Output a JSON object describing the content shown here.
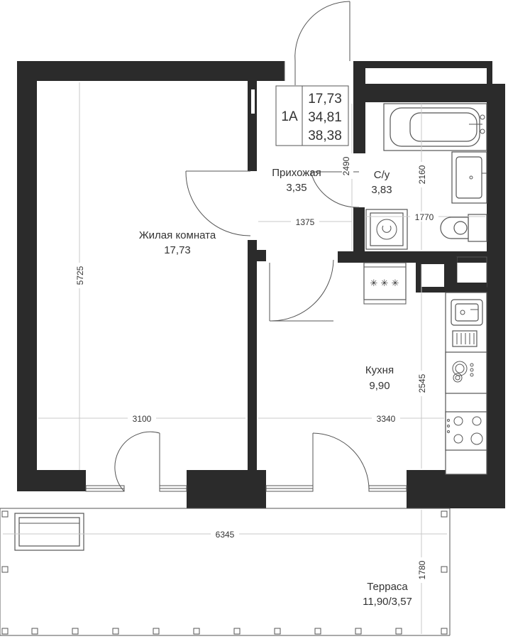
{
  "apartment": {
    "type": "1А",
    "living_area": "17,73",
    "total_area": "34,81",
    "area_with_terrace": "38,38"
  },
  "rooms": {
    "living": {
      "name": "Жилая комната",
      "area": "17,73"
    },
    "hall": {
      "name": "Прихожая",
      "area": "3,35"
    },
    "bath": {
      "name": "С/у",
      "area": "3,83"
    },
    "kitchen": {
      "name": "Кухня",
      "area": "9,90"
    },
    "terrace": {
      "name": "Терраса",
      "area": "11,90/3,57"
    }
  },
  "dimensions": {
    "living_height": "5725",
    "living_width": "3100",
    "kitchen_width": "3340",
    "hall_width": "1375",
    "hall_height": "2490",
    "bath_height": "2160",
    "bath_width": "1770",
    "kitchen_height": "2545",
    "terrace_width": "6345",
    "terrace_depth": "1780"
  },
  "stove_symbol": "✳ ✳ ✳",
  "colors": {
    "wall": "#2b2b2b",
    "dimension_line": "#c9c9c9",
    "text": "#333333"
  }
}
